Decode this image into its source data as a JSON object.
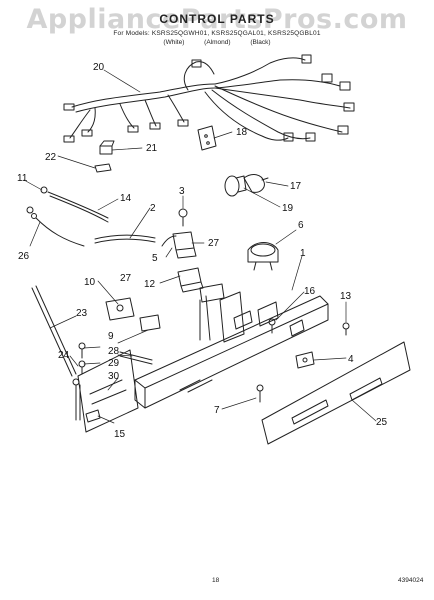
{
  "watermark": "AppliancePartsPros.com",
  "header": {
    "title": "CONTROL PARTS",
    "subtitle": "For Models: KSRS25QGWH01, KSRS25QGAL01, KSRS25QGBL01",
    "colors": "(White) (Almond) (Black)"
  },
  "callouts": [
    "20",
    "18",
    "21",
    "22",
    "11",
    "14",
    "3",
    "17",
    "19",
    "2",
    "27",
    "6",
    "5",
    "26",
    "1",
    "10",
    "27",
    "12",
    "16",
    "13",
    "23",
    "9",
    "28",
    "24",
    "29",
    "30",
    "4",
    "7",
    "15",
    "25"
  ],
  "footer": {
    "page": "18",
    "part_number": "4394024"
  }
}
